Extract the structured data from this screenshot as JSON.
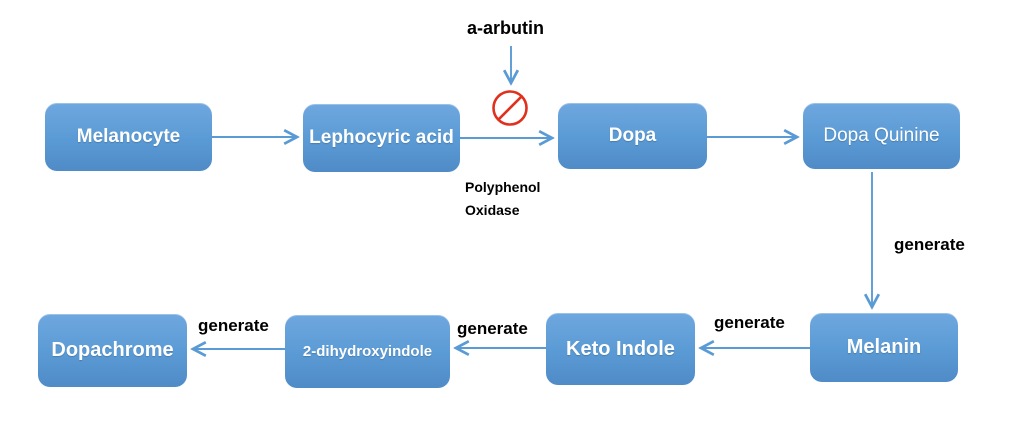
{
  "diagram": {
    "type": "flowchart",
    "subject": "melanin synthesis pathway with a-arbutin inhibition"
  },
  "colors": {
    "arrow-color": "#5b9bd5",
    "inhibit-color": "#e0301e",
    "node-fill": "#5b9bd5",
    "node-text": "#ffffff",
    "label-text": "#000000",
    "background": "#ffffff"
  },
  "nodes": [
    {
      "id": "melanocyte",
      "label": "Melanocyte"
    },
    {
      "id": "lephocyric",
      "label": "Lephocyric acid"
    },
    {
      "id": "dopa",
      "label": "Dopa"
    },
    {
      "id": "dopaquinine",
      "label": "Dopa Quinine"
    },
    {
      "id": "melanin",
      "label": "Melanin"
    },
    {
      "id": "keto",
      "label": "Keto Indole"
    },
    {
      "id": "dihydroxy",
      "label": "2-dihydroxyindole"
    },
    {
      "id": "dopachrome",
      "label": "Dopachrome"
    }
  ],
  "labels": {
    "inhibitor": "a-arbutin",
    "enzyme": [
      "Polyphenol",
      "Oxidase"
    ],
    "generate_dopaquinine_melanin": "generate",
    "generate_melanin_keto": "generate",
    "generate_keto_dihydroxy": "generate",
    "generate_dihydroxy_dopachrome": "generate"
  },
  "edges": [
    {
      "from": "Melanocyte",
      "to": "Lephocyric acid",
      "label": ""
    },
    {
      "from": "Lephocyric acid",
      "to": "Dopa",
      "label": "Polyphenol Oxidase",
      "inhibited_by": "a-arbutin"
    },
    {
      "from": "Dopa",
      "to": "Dopa Quinine",
      "label": ""
    },
    {
      "from": "Dopa Quinine",
      "to": "Melanin",
      "label": "generate"
    },
    {
      "from": "Melanin",
      "to": "Keto Indole",
      "label": "generate"
    },
    {
      "from": "Keto Indole",
      "to": "2-dihydroxyindole",
      "label": "generate"
    },
    {
      "from": "2-dihydroxyindole",
      "to": "Dopachrome",
      "label": "generate"
    }
  ]
}
